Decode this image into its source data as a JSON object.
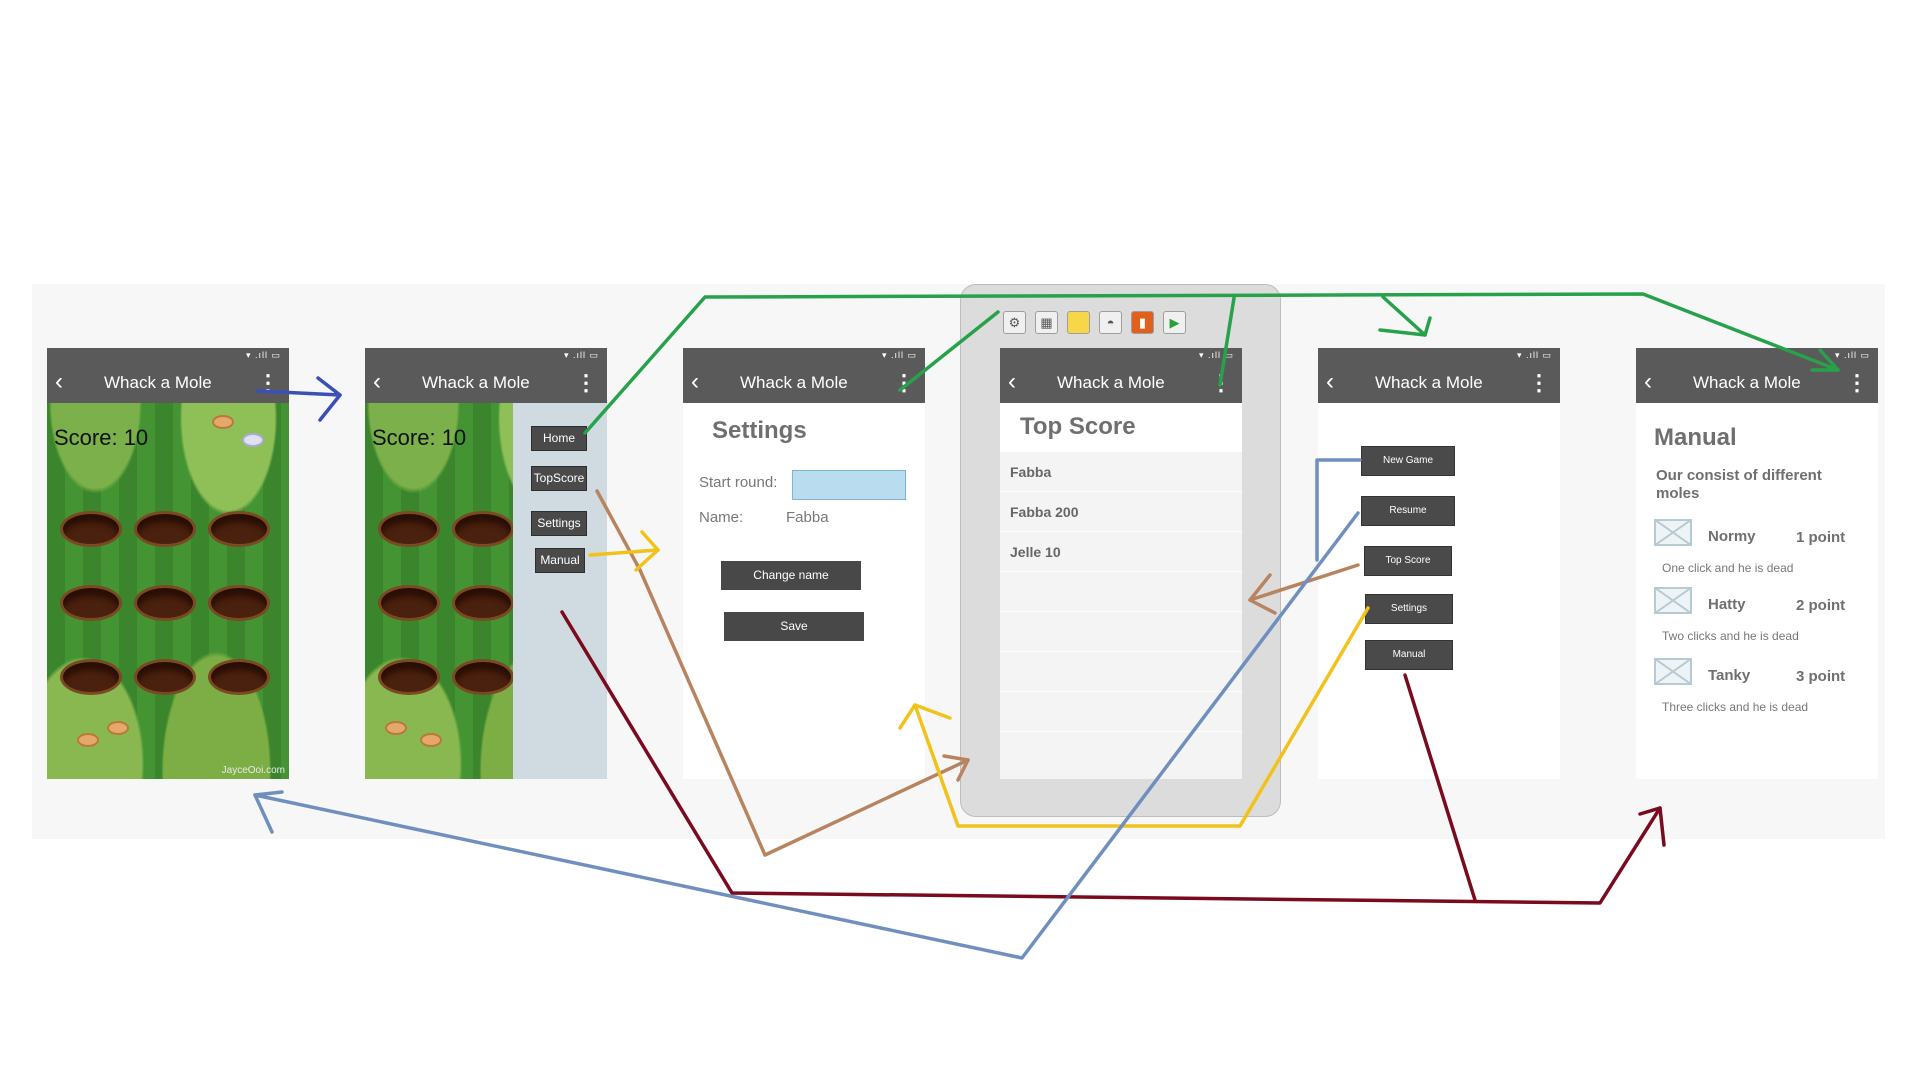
{
  "app_title": "Whack a Mole",
  "status_icons": "▾ .ıll ▭",
  "icons": {
    "back": "chevron-left-icon",
    "menu": "kebab-menu-icon"
  },
  "game": {
    "score_text": "Score: 10",
    "watermark": "JayceOoi.com"
  },
  "drawer": {
    "items": [
      "Home",
      "TopScore",
      "Settings",
      "Manual"
    ]
  },
  "settings": {
    "heading": "Settings",
    "start_round_label": "Start round:",
    "name_label": "Name:",
    "name_value": "Fabba",
    "change_name_button": "Change name",
    "save_button": "Save"
  },
  "editor_toolbar": {
    "icons": [
      "link-icon",
      "grid-icon",
      "note-icon",
      "mask-icon",
      "trash-icon",
      "play-icon"
    ]
  },
  "top_score": {
    "heading": "Top Score",
    "rows": [
      "Fabba",
      "Fabba 200",
      "Jelle 10"
    ]
  },
  "main_menu": {
    "buttons": [
      "New Game",
      "Resume",
      "Top Score",
      "Settings",
      "Manual"
    ]
  },
  "manual": {
    "heading": "Manual",
    "subtitle": "Our consist of different moles",
    "moles": [
      {
        "name": "Normy",
        "points": "1 point",
        "description": "One click and he is dead"
      },
      {
        "name": "Hatty",
        "points": "2 point",
        "description": "Two clicks and he is dead"
      },
      {
        "name": "Tanky",
        "points": "3 point",
        "description": "Three clicks and he is dead"
      }
    ]
  },
  "arrow_colors": {
    "navy": "#3b4fb8",
    "green": "#27a24a",
    "tan": "#b8845f",
    "yellow": "#f2c21b",
    "maroon": "#7a0a1e",
    "steel": "#6f8fbf"
  }
}
